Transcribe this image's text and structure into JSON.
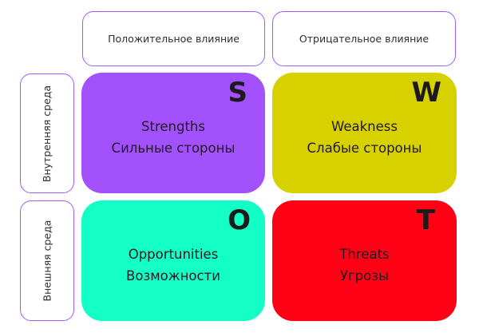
{
  "header": {
    "positive": "Положительное влияние",
    "negative": "Отрицательное влияние"
  },
  "side": {
    "internal": "Внутренняя среда",
    "external": "Внешняя среда"
  },
  "quadrants": {
    "s": {
      "letter": "S",
      "title_en": "Strengths",
      "title_ru": "Сильные стороны",
      "color": "#a350fd"
    },
    "w": {
      "letter": "W",
      "title_en": "Weakness",
      "title_ru": "Слабые стороны",
      "color": "#d8d100"
    },
    "o": {
      "letter": "O",
      "title_en": "Opportunities",
      "title_ru": "Возможности",
      "color": "#14ffc6"
    },
    "t": {
      "letter": "T",
      "title_en": "Threats",
      "title_ru": "Угрозы",
      "color": "#ff0014"
    }
  },
  "colors": {
    "outline": "#a35cf5"
  }
}
